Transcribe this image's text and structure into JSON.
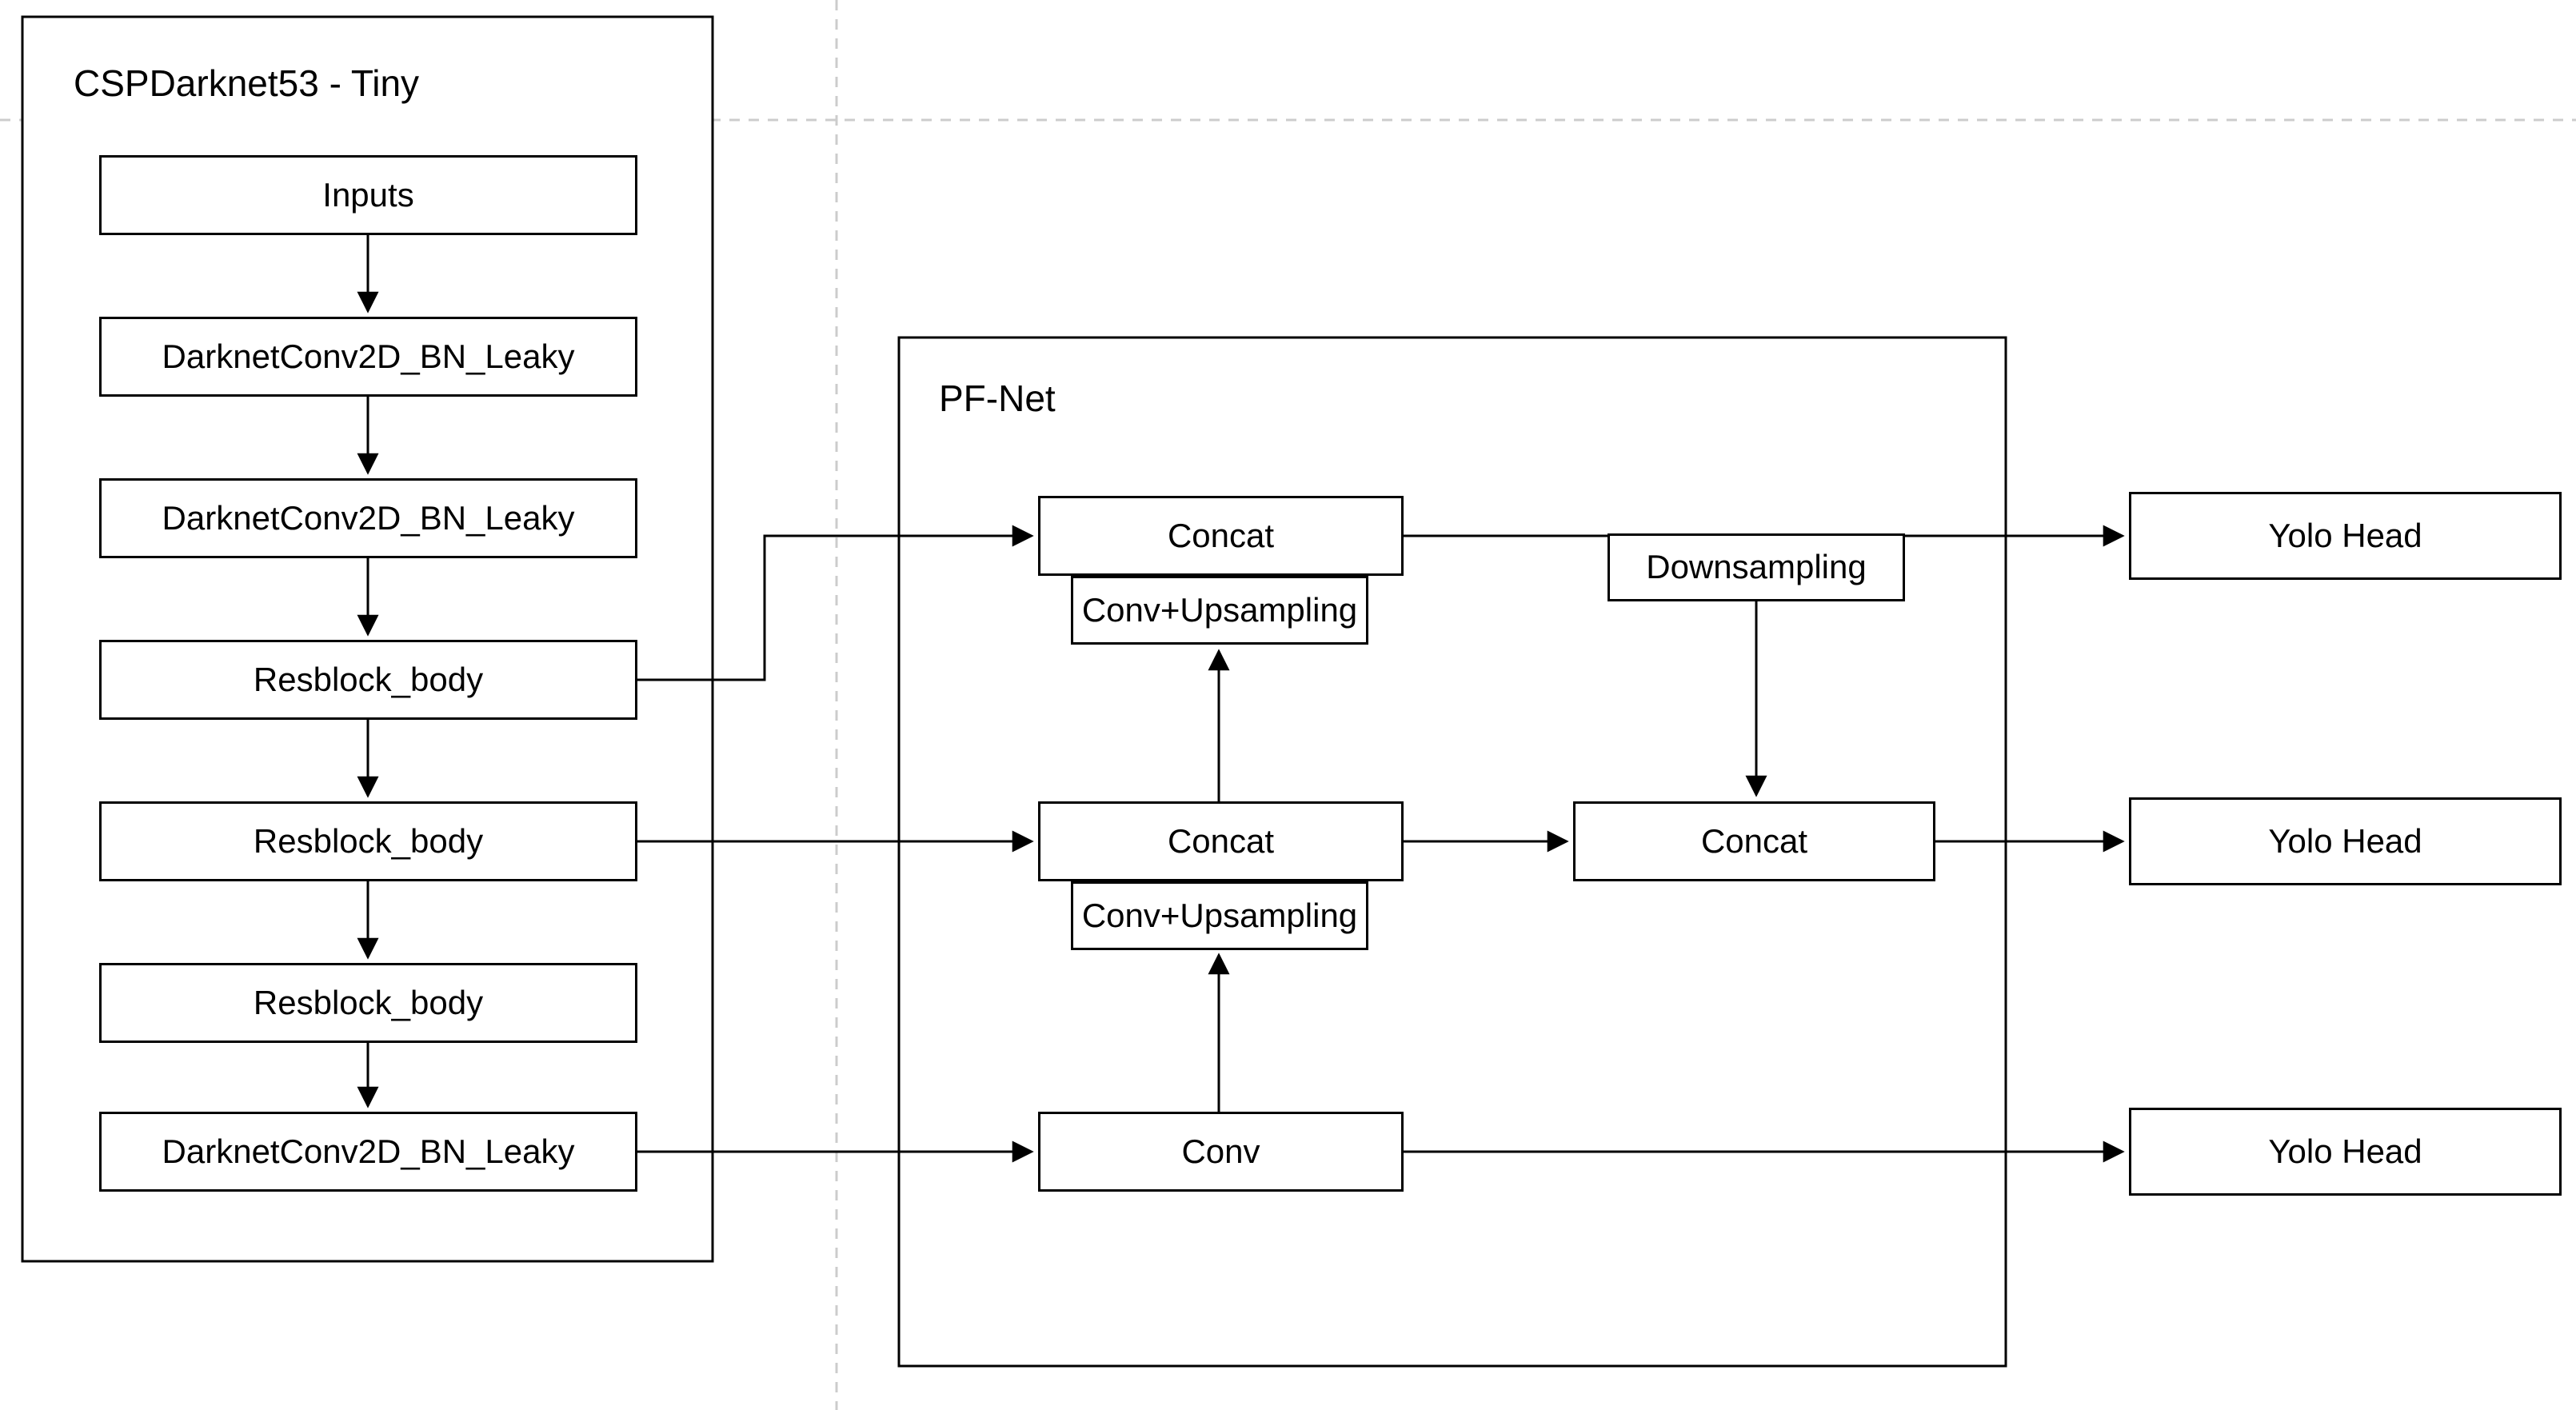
{
  "diagram": {
    "type": "flowchart",
    "background": "#ffffff",
    "colors": {
      "node_fill": "#ffffff",
      "node_border": "#000000",
      "connector": "#000000",
      "text": "#000000",
      "guide_line": "#cccccc"
    },
    "backbone": {
      "title": "CSPDarknet53 - Tiny",
      "layers": [
        {
          "label": "Inputs"
        },
        {
          "label": "DarknetConv2D_BN_Leaky"
        },
        {
          "label": "DarknetConv2D_BN_Leaky"
        },
        {
          "label": "Resblock_body"
        },
        {
          "label": "Resblock_body"
        },
        {
          "label": "Resblock_body"
        },
        {
          "label": "DarknetConv2D_BN_Leaky"
        }
      ]
    },
    "pfnet": {
      "title": "PF-Net",
      "concat_top": "Concat",
      "conv_upsampling_top": "Conv+Upsampling",
      "concat_mid": "Concat",
      "conv_upsampling_bottom": "Conv+Upsampling",
      "conv_bottom": "Conv",
      "downsampling": "Downsampling",
      "concat_right": "Concat"
    },
    "heads": [
      {
        "label": "Yolo Head"
      },
      {
        "label": "Yolo Head"
      },
      {
        "label": "Yolo Head"
      }
    ]
  }
}
